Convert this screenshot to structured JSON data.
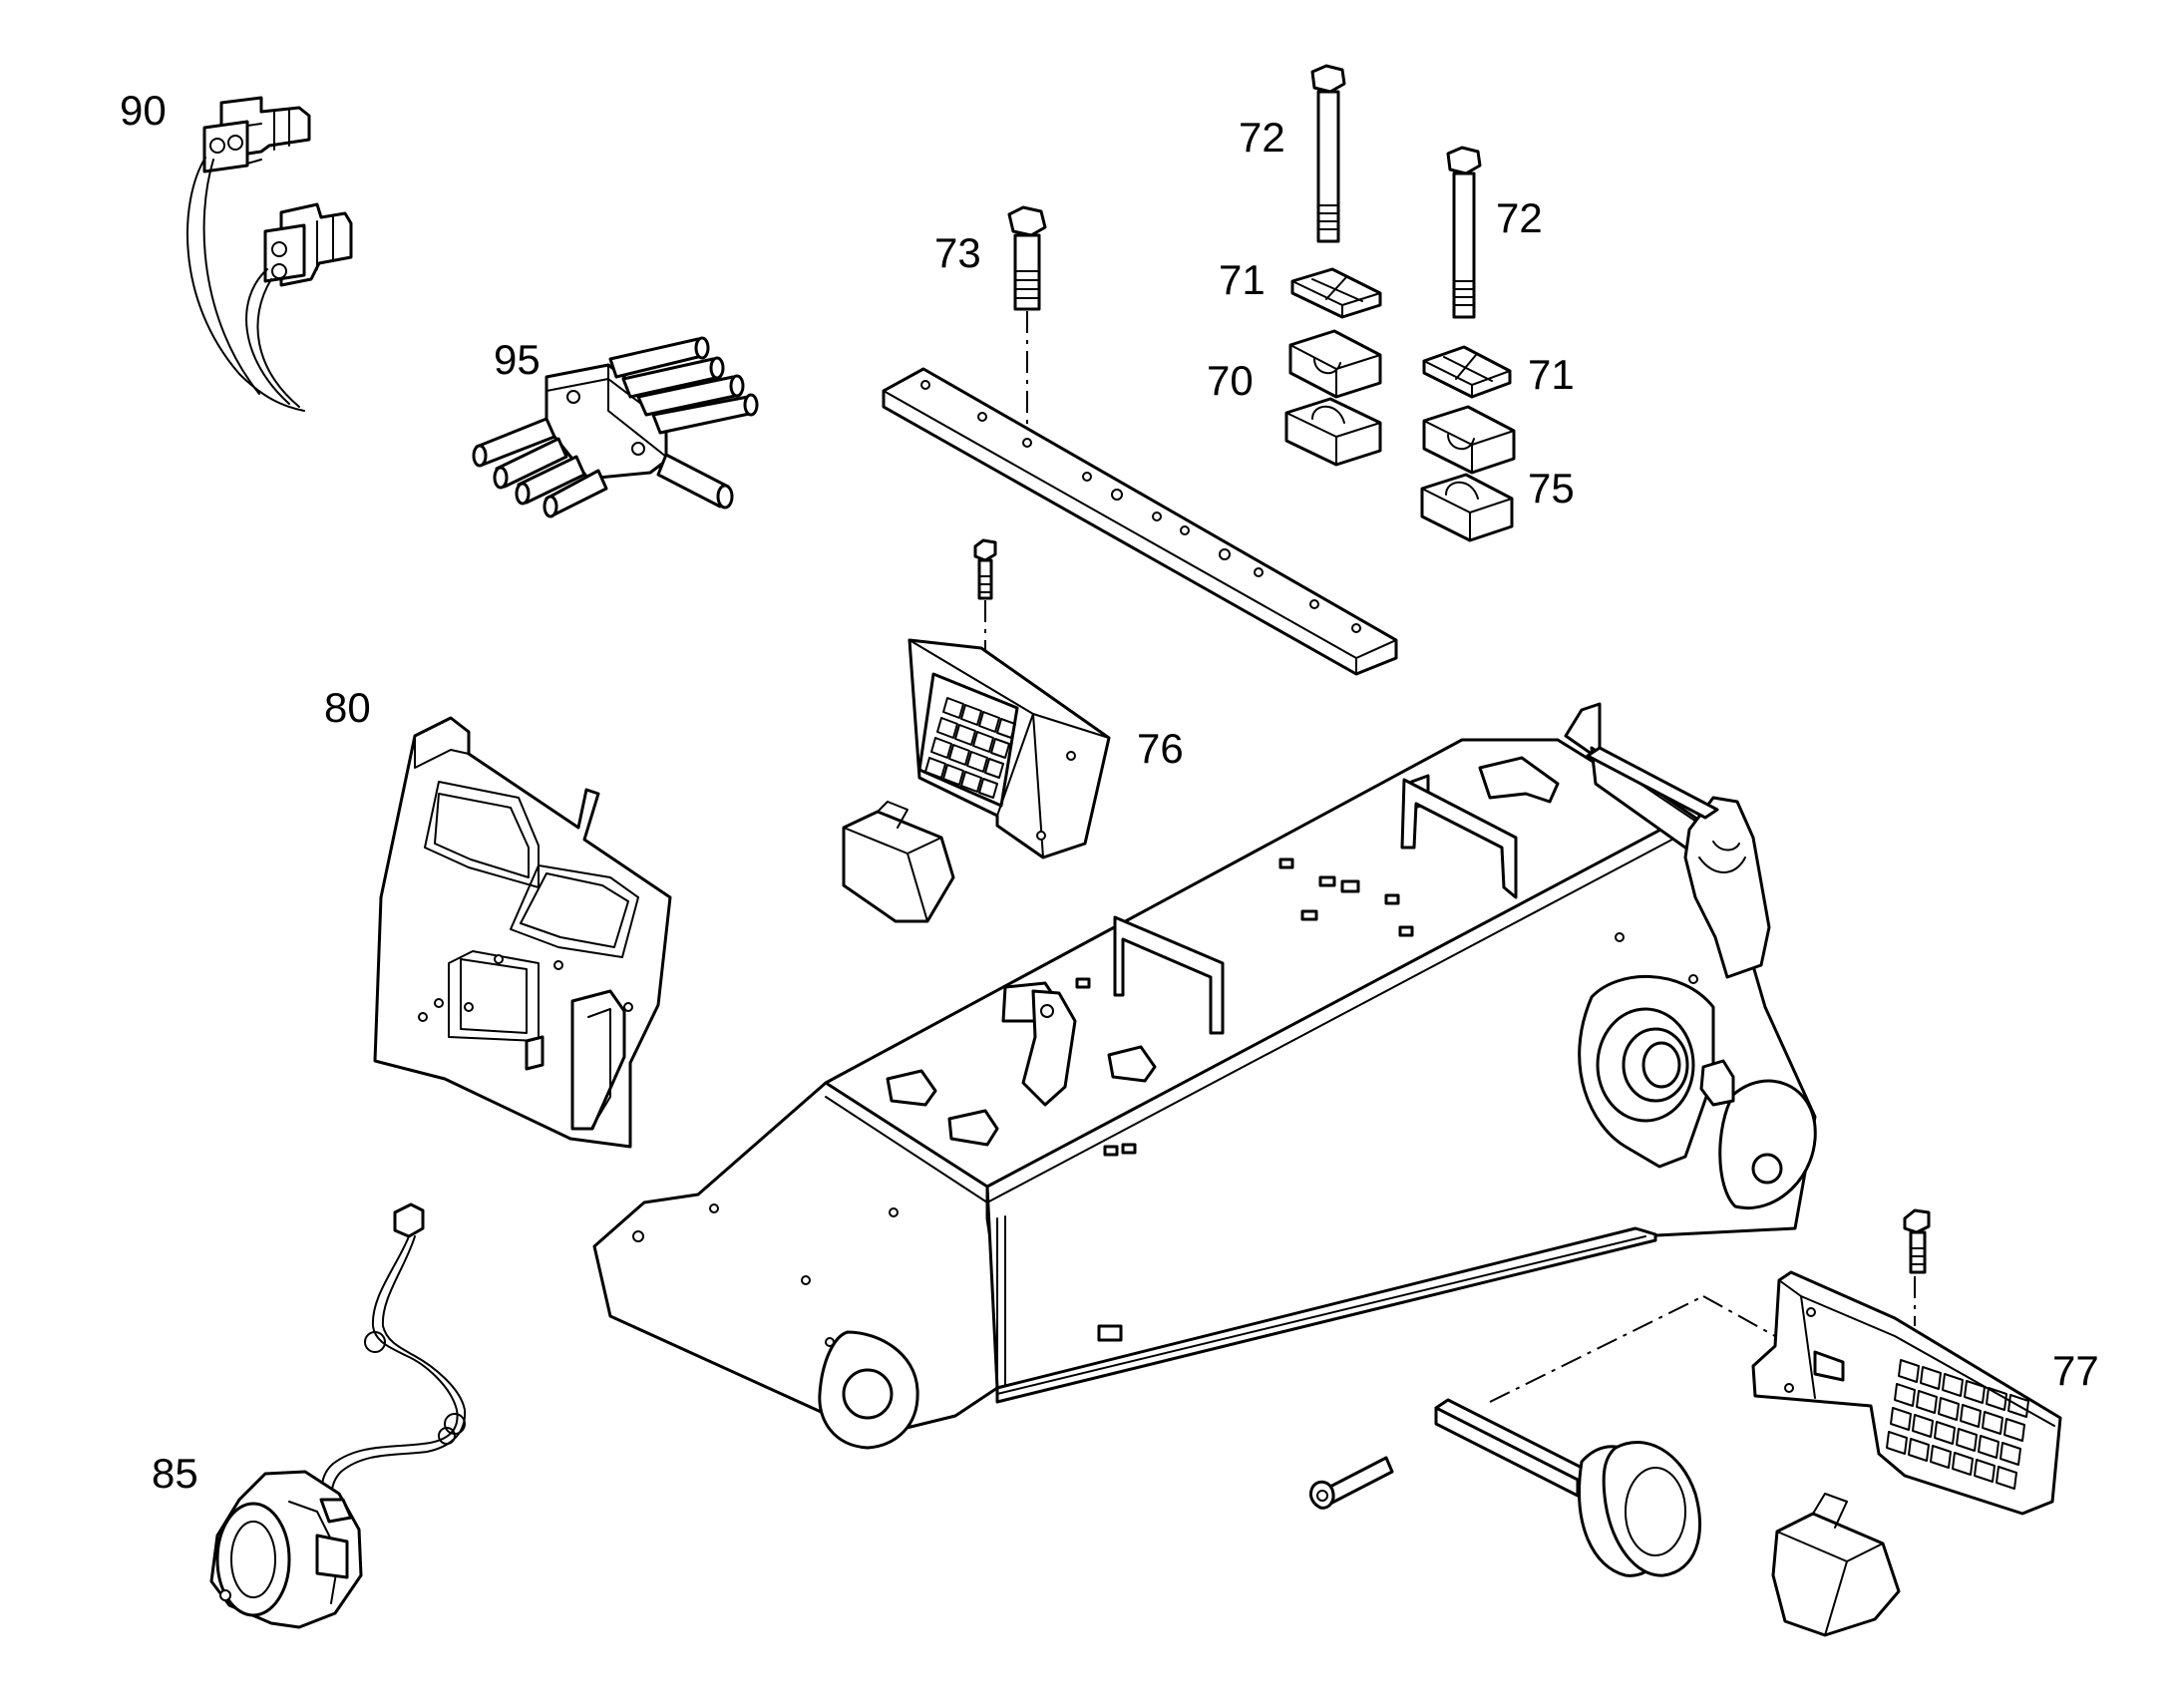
{
  "diagram": {
    "callouts": [
      {
        "id": "90",
        "text": "90"
      },
      {
        "id": "95",
        "text": "95"
      },
      {
        "id": "73",
        "text": "73"
      },
      {
        "id": "72a",
        "text": "72"
      },
      {
        "id": "72b",
        "text": "72"
      },
      {
        "id": "71a",
        "text": "71"
      },
      {
        "id": "71b",
        "text": "71"
      },
      {
        "id": "70",
        "text": "70"
      },
      {
        "id": "75",
        "text": "75"
      },
      {
        "id": "80",
        "text": "80"
      },
      {
        "id": "76",
        "text": "76"
      },
      {
        "id": "85",
        "text": "85"
      },
      {
        "id": "77",
        "text": "77"
      }
    ]
  }
}
